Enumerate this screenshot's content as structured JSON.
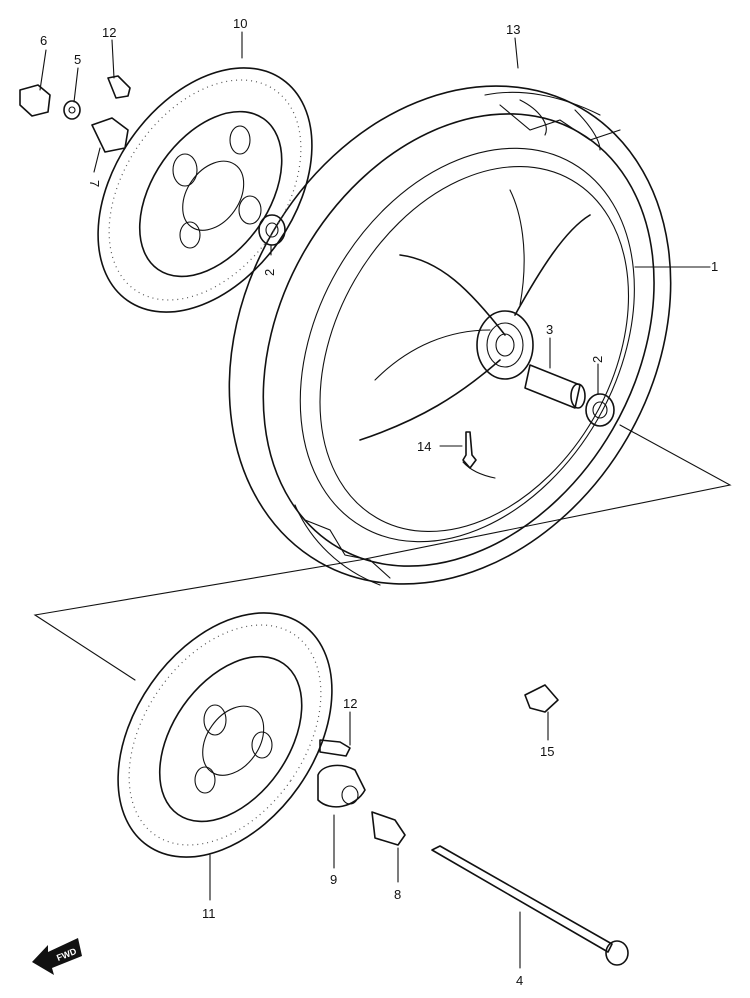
{
  "callouts": {
    "c1": "1",
    "c2a": "2",
    "c2b": "2",
    "c3": "3",
    "c4": "4",
    "c5": "5",
    "c6": "6",
    "c7": "7",
    "c8": "8",
    "c9": "9",
    "c10": "10",
    "c11": "11",
    "c12a": "12",
    "c12b": "12",
    "c13": "13",
    "c14": "14",
    "c15": "15"
  },
  "fwd_label": "FWD",
  "icons": {
    "forward_arrow": "arrow-left-fwd-icon"
  }
}
